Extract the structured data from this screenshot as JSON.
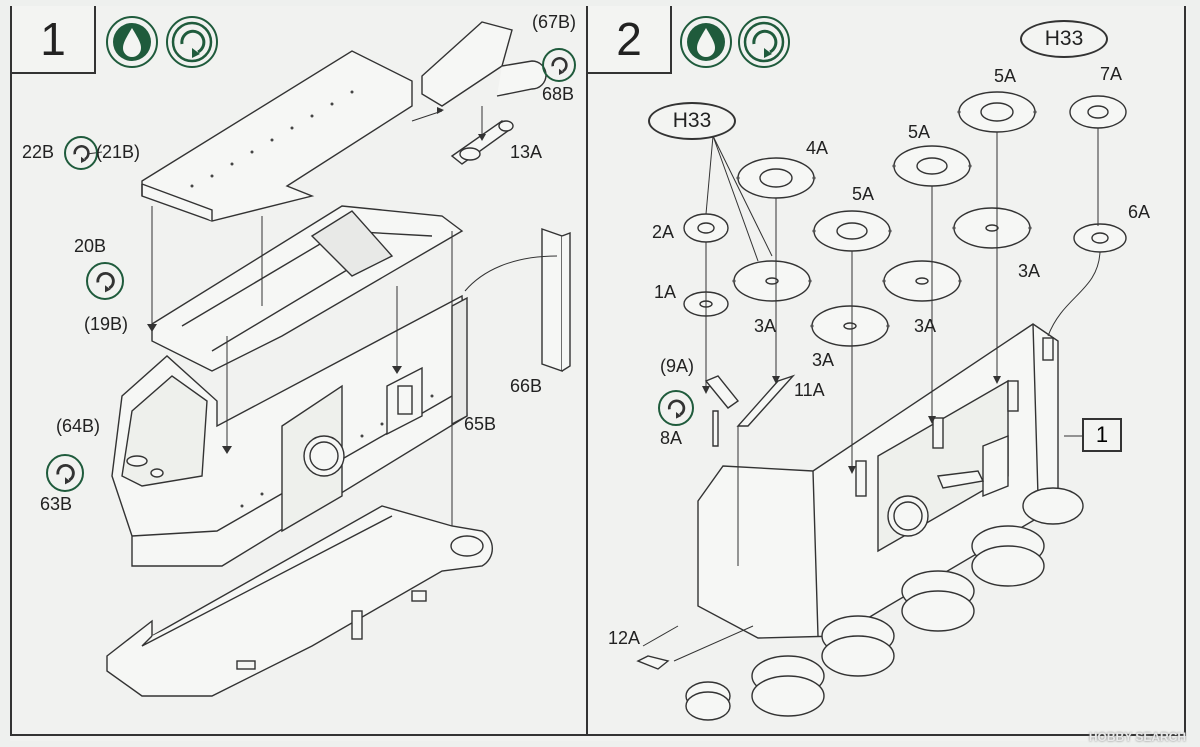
{
  "colors": {
    "accent_green": "#1f5b3c",
    "ink": "#333333"
  },
  "step1": {
    "number": "1",
    "icons": [
      "glue-drop-icon",
      "rotate-arrow-icon"
    ],
    "labels": {
      "l67b": "(67B)",
      "l68b": "68B",
      "l13a": "13A",
      "l22b": "22B",
      "l21b": "(21B)",
      "l20b": "20B",
      "l19b": "(19B)",
      "l66b": "66B",
      "l65b": "65B",
      "l64b": "(64B)",
      "l63b": "63B"
    }
  },
  "step2": {
    "number": "2",
    "icons": [
      "glue-drop-icon",
      "rotate-arrow-icon"
    ],
    "labels": {
      "h33_top": "H33",
      "h33_left": "H33",
      "l7a": "7A",
      "l5a_1": "5A",
      "l5a_2": "5A",
      "l5a_3": "5A",
      "l4a": "4A",
      "l6a": "6A",
      "l3a_1": "3A",
      "l3a_2": "3A",
      "l3a_3": "3A",
      "l3a_4": "3A",
      "l2a": "2A",
      "l1a": "1A",
      "l9a": "(9A)",
      "l8a": "8A",
      "l11a": "11A",
      "l12a": "12A",
      "ref1": "1"
    }
  },
  "watermark": "HOBBY SEARCH"
}
